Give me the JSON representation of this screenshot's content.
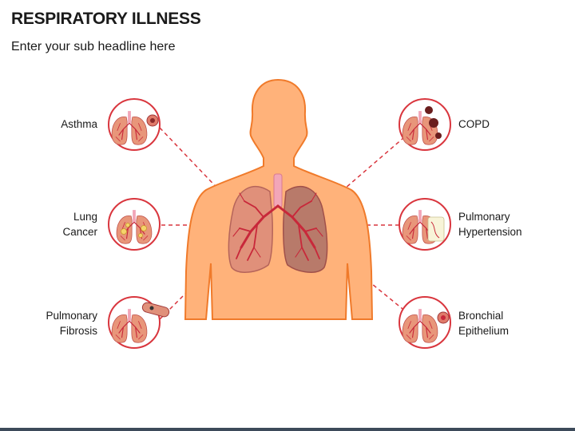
{
  "header": {
    "title": "RESPIRATORY ILLNESS",
    "subtitle": "Enter your sub headline here"
  },
  "conditions": {
    "asthma": [
      "Asthma"
    ],
    "lung_cancer": [
      "Lung",
      "Cancer"
    ],
    "pulmonary_fibrosis": [
      "Pulmonary",
      "Fibrosis"
    ],
    "copd": [
      "COPD"
    ],
    "pulmonary_hypertension": [
      "Pulmonary",
      "Hypertension"
    ],
    "bronchial_epithelium": [
      "Bronchial",
      "Epithelium"
    ]
  },
  "colors": {
    "body_fill": "#ffb27a",
    "body_stroke": "#f07a2a",
    "circle_stroke": "#d9363e",
    "connector": "#d9363e",
    "lung_fill": "#e8967a",
    "lung_shadow": "#b5645a",
    "vessel": "#c8283a",
    "trachea": "#f2a6b8",
    "footer": "#3d4a5a"
  }
}
